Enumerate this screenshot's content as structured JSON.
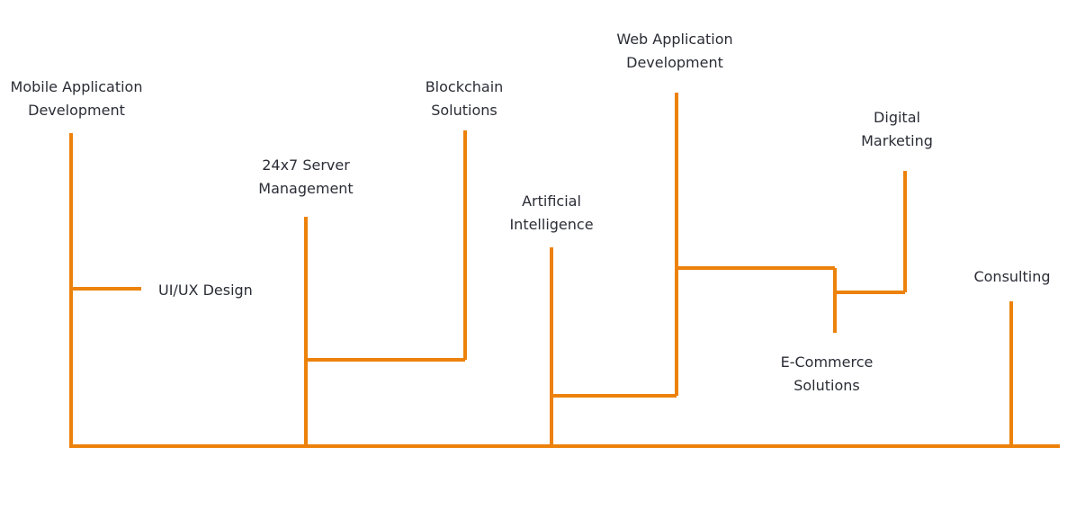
{
  "colors": {
    "line": "#ec820b",
    "text": "#2b2d36",
    "background": "#ffffff"
  },
  "nodes": {
    "mobile_app": {
      "line1": "Mobile Application",
      "line2": "Development"
    },
    "uiux": {
      "line1": "UI/UX Design"
    },
    "server_mgmt": {
      "line1": "24x7 Server",
      "line2": "Management"
    },
    "blockchain": {
      "line1": "Blockchain",
      "line2": "Solutions"
    },
    "ai": {
      "line1": "Artificial",
      "line2": "Intelligence"
    },
    "web_app": {
      "line1": "Web Application",
      "line2": "Development"
    },
    "ecommerce": {
      "line1": "E-Commerce",
      "line2": "Solutions"
    },
    "digital_marketing": {
      "line1": "Digital",
      "line2": "Marketing"
    },
    "consulting": {
      "line1": "Consulting"
    }
  }
}
